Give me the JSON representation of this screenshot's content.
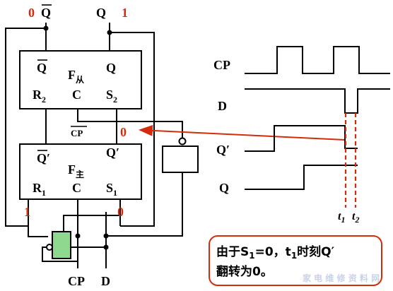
{
  "top_labels": {
    "qbar_level": "0",
    "qbar": "Q",
    "q": "Q",
    "q_level": "1"
  },
  "slave": {
    "qbar": "Q",
    "name": "F",
    "name_sub": "从",
    "q": "Q",
    "r": "R",
    "r_sub": "2",
    "c": "C",
    "s": "S",
    "s_sub": "2"
  },
  "master": {
    "qbar": "Q′",
    "name": "F",
    "name_sub": "主",
    "q": "Q′",
    "r": "R",
    "r_sub": "1",
    "c": "C",
    "s": "S",
    "s_sub": "1"
  },
  "cp_bar_label": "CP",
  "q_prime_level": "0",
  "r1_level": "1",
  "s1_level": "0",
  "inputs": {
    "cp": "CP",
    "d": "D"
  },
  "waveform": {
    "labels": {
      "cp": "CP",
      "d": "D",
      "qp": "Q′",
      "q": "Q"
    },
    "t1": "t",
    "t1_sub": "1",
    "t2": "t",
    "t2_sub": "2"
  },
  "note": {
    "line1_a": "由于S",
    "line1_sub": "1",
    "line1_b": "=0，t",
    "line1_sub2": "1",
    "line1_c": "时刻Q′",
    "line2": "翻转为0。"
  },
  "watermark": "家 电 维 修 资 料 网",
  "colors": {
    "accent_red": "#d62b0a",
    "box_green": "#8fd88f",
    "note_border": "#d62b0a"
  }
}
